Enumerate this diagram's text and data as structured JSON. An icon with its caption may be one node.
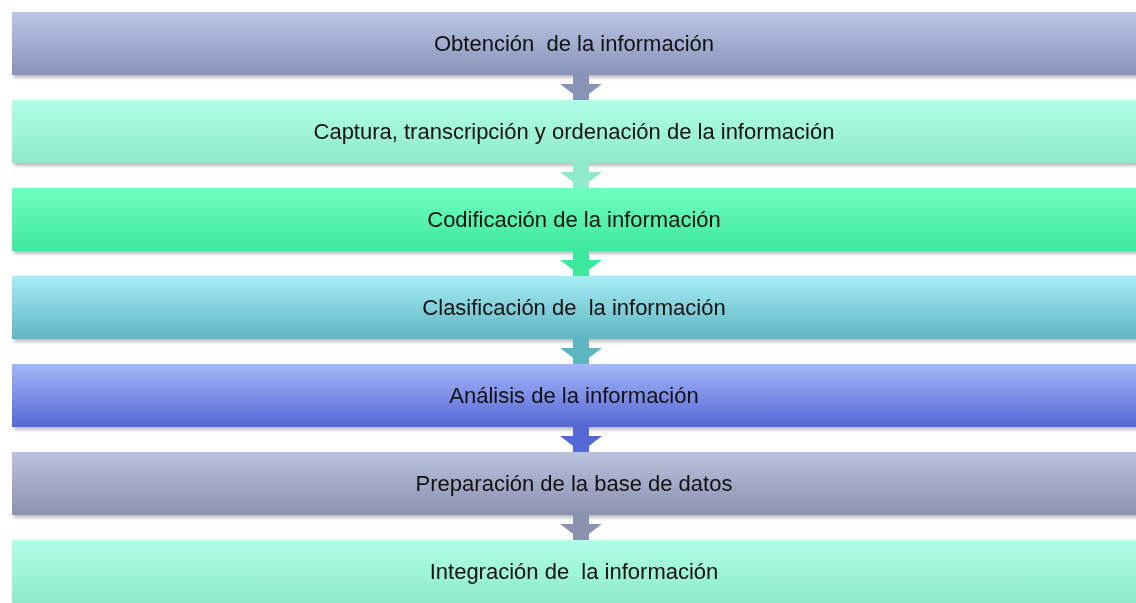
{
  "diagram": {
    "nodes": [
      {
        "text": [
          "Obtención  de la información"
        ]
      },
      {
        "text": [
          "Captura, transcripción y ordenación de la información"
        ]
      },
      {
        "text": [
          "Codificación de la información"
        ]
      },
      {
        "text": [
          "Clasificación de  la información"
        ]
      },
      {
        "text": [
          "Análisis de la información"
        ]
      },
      {
        "text": [
          "Preparación de la base de datos"
        ]
      },
      {
        "text": [
          "Integración de  la información"
        ]
      }
    ],
    "edges": [
      {
        "from": 0,
        "to": 1,
        "arrow": "to"
      },
      {
        "from": 1,
        "to": 2,
        "arrow": "to"
      },
      {
        "from": 2,
        "to": 3,
        "arrow": "to"
      },
      {
        "from": 3,
        "to": 4,
        "arrow": "to"
      },
      {
        "from": 4,
        "to": 5,
        "arrow": "to"
      },
      {
        "from": 5,
        "to": 6,
        "arrow": "to"
      }
    ]
  }
}
